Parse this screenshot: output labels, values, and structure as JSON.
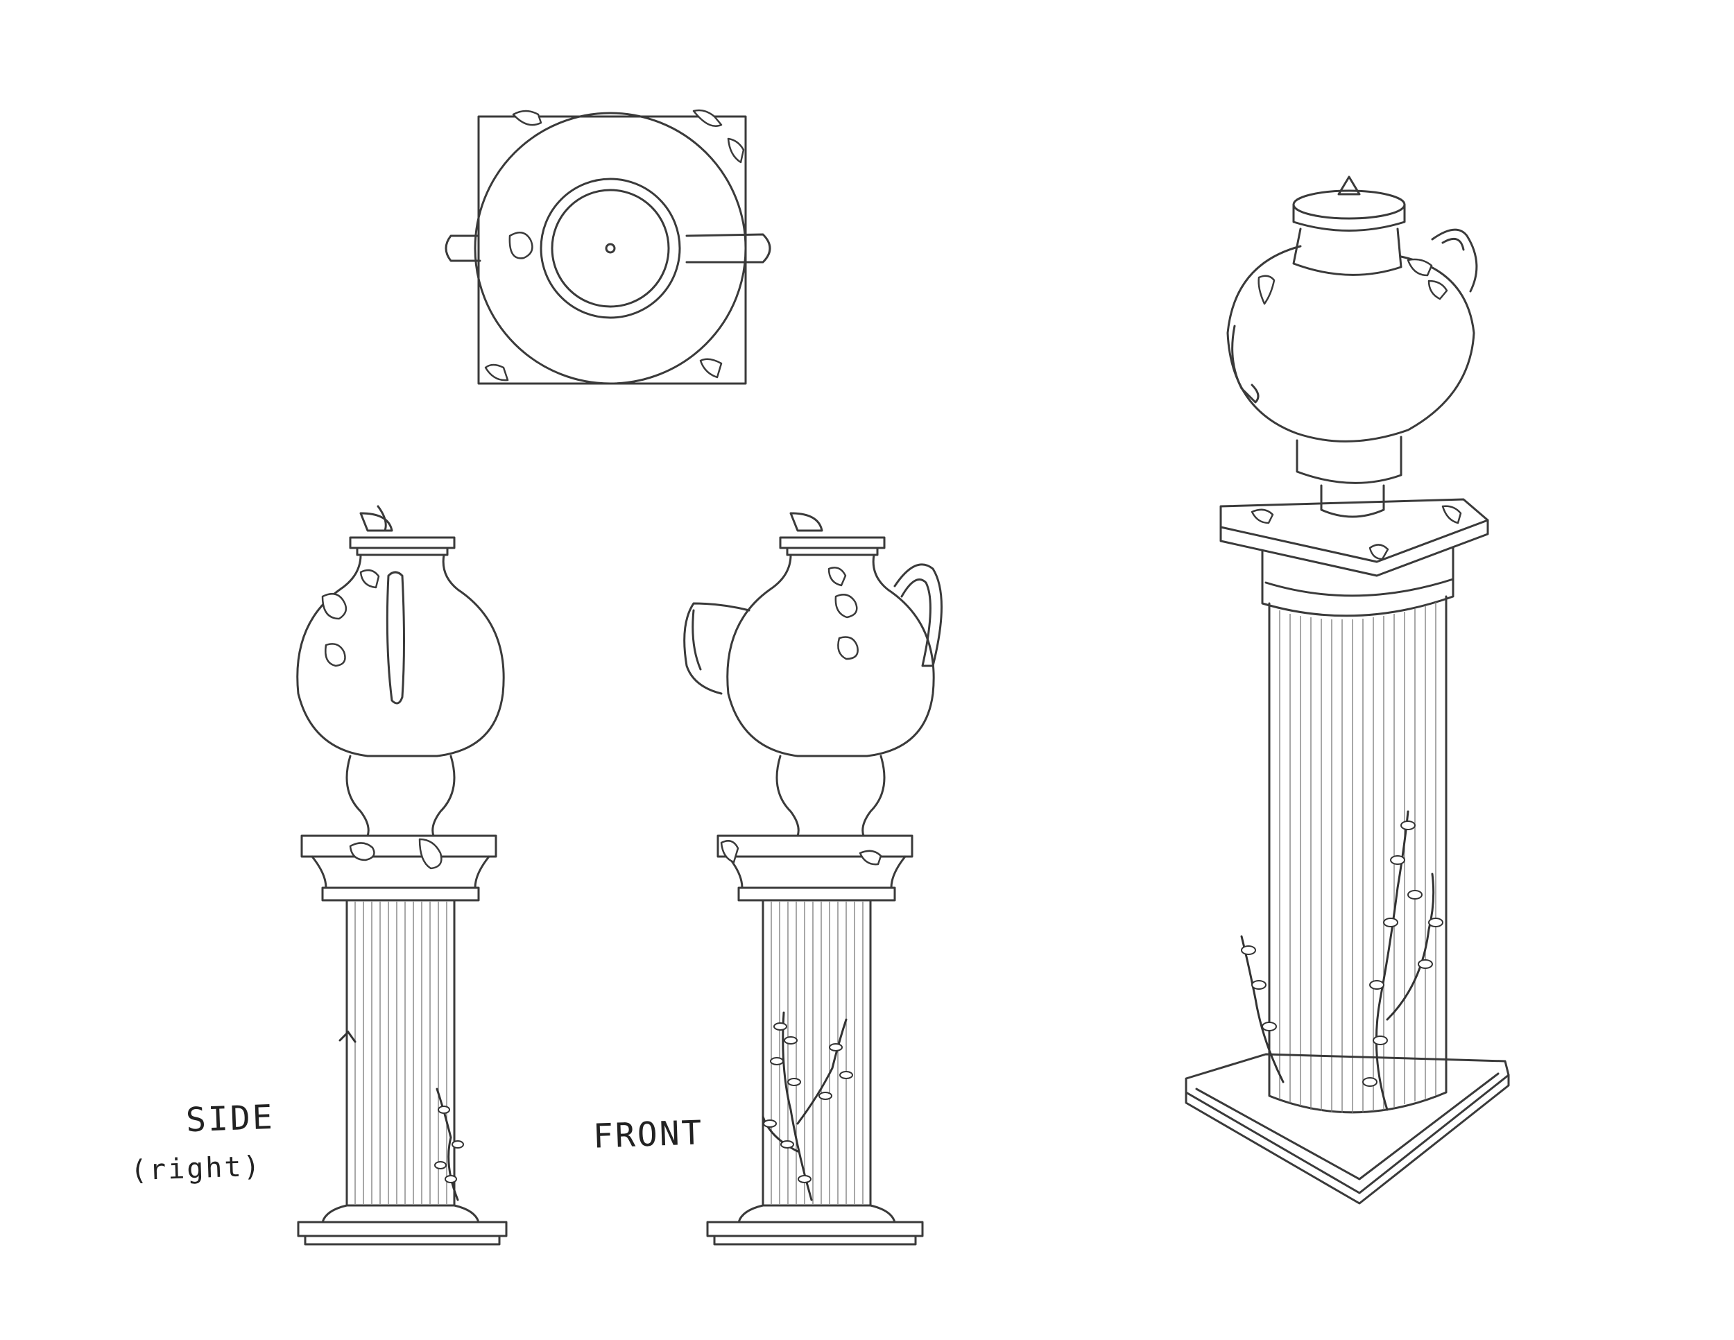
{
  "labels": {
    "side": "SIDE",
    "side_qualifier": "(right)",
    "front": "FRONT"
  },
  "views": [
    "top",
    "side-right",
    "front",
    "isometric"
  ],
  "colors": {
    "paper": "#ffffff",
    "pencil": "#3a3a3a"
  }
}
